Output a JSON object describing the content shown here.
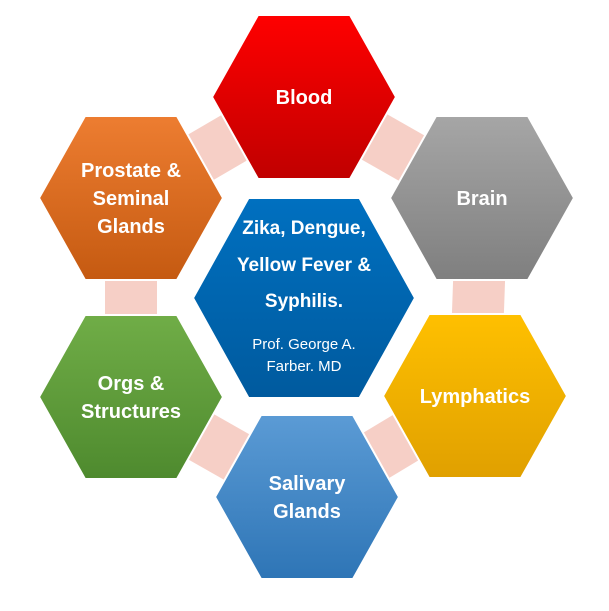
{
  "center": {
    "title_lines": [
      "Zika, Dengue,",
      "Yellow Fever &",
      "Syphilis."
    ],
    "subtitle_lines": [
      "Prof. George A.",
      "Farber. MD"
    ],
    "color": "#0070C0"
  },
  "hexagons": [
    {
      "id": "blood",
      "lines": [
        "Blood"
      ],
      "color": "#FF0000",
      "dark": "#C00000"
    },
    {
      "id": "brain",
      "lines": [
        "Brain"
      ],
      "color": "#A6A6A6",
      "dark": "#7F7F7F"
    },
    {
      "id": "lymphatics",
      "lines": [
        "Lymphatics"
      ],
      "color": "#FFC000",
      "dark": "#E0A000"
    },
    {
      "id": "salivary-glands",
      "lines": [
        "Salivary",
        "Glands"
      ],
      "color": "#5B9BD5",
      "dark": "#2E75B6"
    },
    {
      "id": "orgs-structures",
      "lines": [
        "Orgs &",
        "Structures"
      ],
      "color": "#70AD47",
      "dark": "#4E8A2E"
    },
    {
      "id": "prostate-seminal-glands",
      "lines": [
        "Prostate &",
        "Seminal",
        "Glands"
      ],
      "color": "#ED7D31",
      "dark": "#C55A11"
    }
  ],
  "connector_color": "#F4C7BC"
}
